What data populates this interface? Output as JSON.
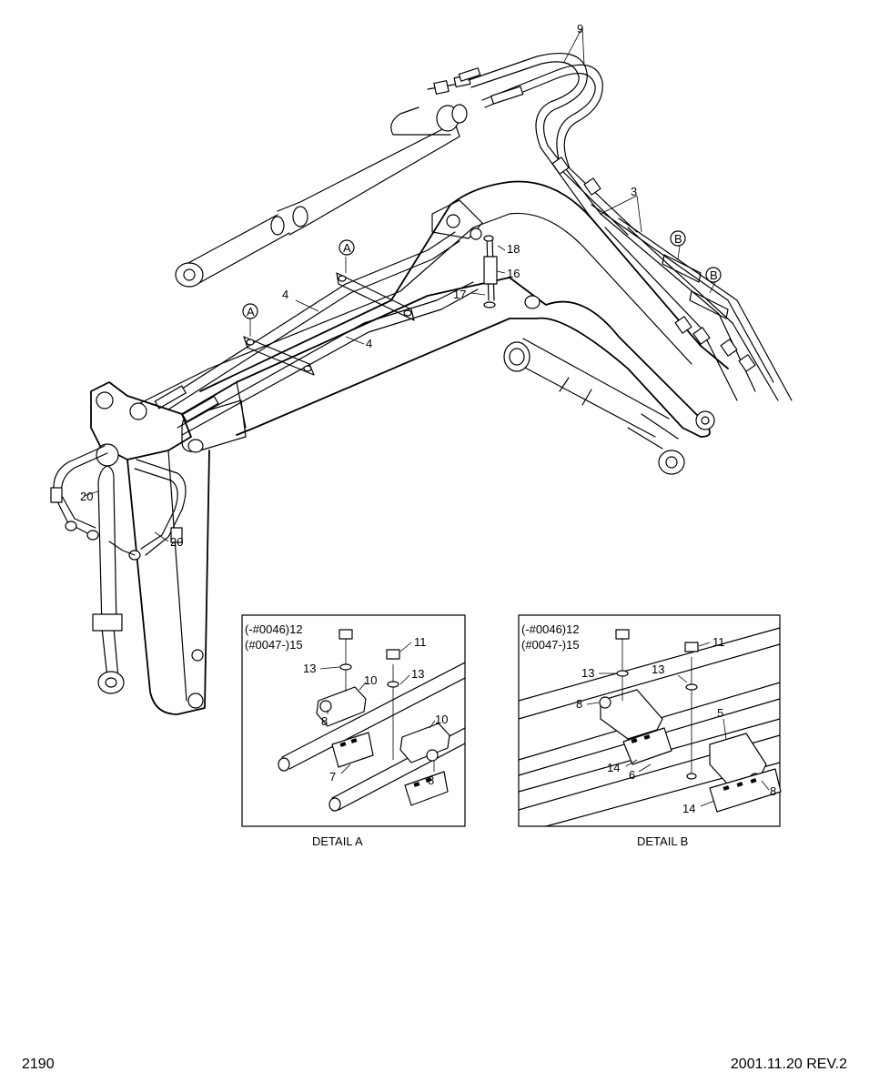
{
  "callouts": {
    "c9": "9",
    "c3": "3",
    "cA1": "A",
    "cA2": "A",
    "cB1": "B",
    "cB2": "B",
    "c18": "18",
    "c16": "16",
    "c17": "17",
    "c4a": "4",
    "c4b": "4",
    "c20a": "20",
    "c20b": "20"
  },
  "detail_a": {
    "caption": "DETAIL A",
    "l12": "(-#0046)12",
    "l15": "(#0047-)15",
    "l11": "11",
    "l13a": "13",
    "l13b": "13",
    "l10a": "10",
    "l10b": "10",
    "l8a": "8",
    "l8b": "8",
    "l7": "7"
  },
  "detail_b": {
    "caption": "DETAIL B",
    "l12": "(-#0046)12",
    "l15": "(#0047-)15",
    "l11": "11",
    "l13a": "13",
    "l13b": "13",
    "l8a": "8",
    "l8b": "8",
    "l5": "5",
    "l14a": "14",
    "l14b": "14",
    "l6": "6"
  },
  "footer": {
    "page_number": "2190",
    "revision": "2001.11.20 REV.2"
  }
}
